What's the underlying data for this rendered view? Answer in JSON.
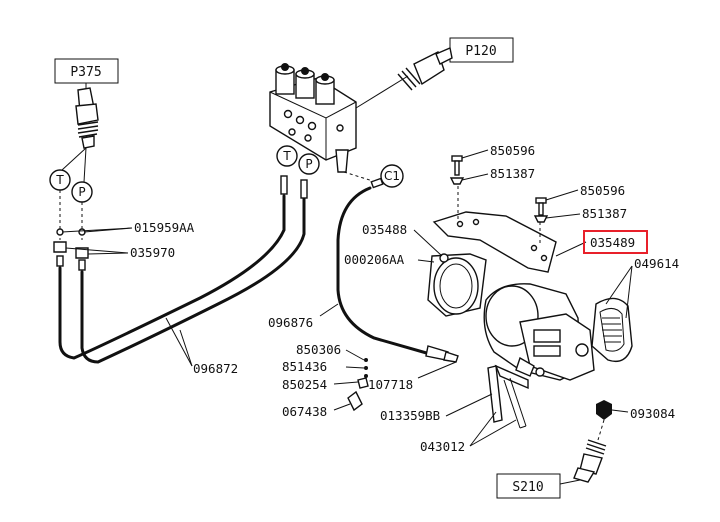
{
  "boxes": {
    "p375": "P375",
    "p120": "P120",
    "s210": "S210"
  },
  "circles": {
    "t_left": "T",
    "p_left": "P",
    "t_mid": "T",
    "p_mid": "P",
    "c1": "C1"
  },
  "labels": {
    "l015959aa": "015959AA",
    "l035970": "035970",
    "l096872": "096872",
    "l096876": "096876",
    "l850306": "850306",
    "l851436": "851436",
    "l850254": "850254",
    "l067438": "067438",
    "l107718": "107718",
    "l013359bb": "013359BB",
    "l043012": "043012",
    "l035488": "035488",
    "l000206aa": "000206AA",
    "l850596_a": "850596",
    "l851387_a": "851387",
    "l850596_b": "850596",
    "l851387_b": "851387",
    "l035489": "035489",
    "l049614": "049614",
    "l093084": "093084"
  },
  "highlight": {
    "part": "035489",
    "color": "#e8202a"
  }
}
